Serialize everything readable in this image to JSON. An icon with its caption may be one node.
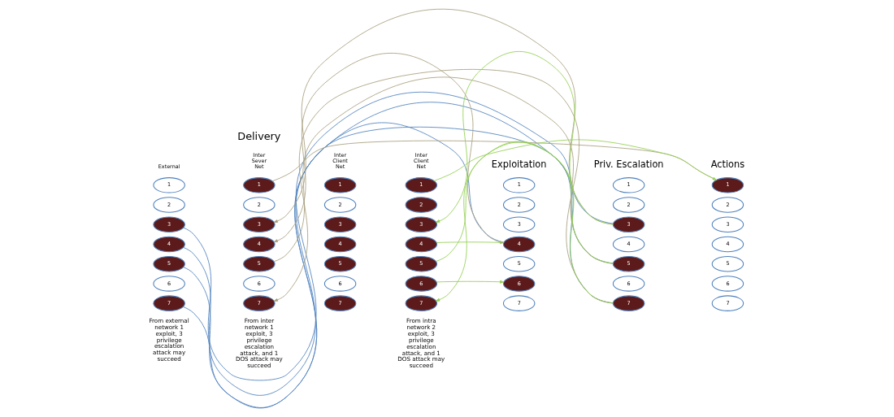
{
  "diagram": {
    "nodes": [
      {
        "text": [
          "1"
        ]
      },
      {
        "text": [
          "2"
        ]
      },
      {
        "text": [
          "3"
        ]
      },
      {
        "text": [
          "4"
        ]
      },
      {
        "text": [
          "5"
        ]
      },
      {
        "text": [
          "6"
        ]
      },
      {
        "text": [
          "7"
        ]
      },
      {
        "text": [
          "1"
        ]
      },
      {
        "text": [
          "2"
        ]
      },
      {
        "text": [
          "3"
        ]
      },
      {
        "text": [
          "4"
        ]
      },
      {
        "text": [
          "5"
        ]
      },
      {
        "text": [
          "6"
        ]
      },
      {
        "text": [
          "7"
        ]
      },
      {
        "text": [
          "1"
        ]
      },
      {
        "text": [
          "2"
        ]
      },
      {
        "text": [
          "3"
        ]
      },
      {
        "text": [
          "4"
        ]
      },
      {
        "text": [
          "5"
        ]
      },
      {
        "text": [
          "6"
        ]
      },
      {
        "text": [
          "7"
        ]
      },
      {
        "text": [
          "1"
        ]
      },
      {
        "text": [
          "2"
        ]
      },
      {
        "text": [
          "3"
        ]
      },
      {
        "text": [
          "4"
        ]
      },
      {
        "text": [
          "5"
        ]
      },
      {
        "text": [
          "6"
        ]
      },
      {
        "text": [
          "7"
        ]
      },
      {
        "text": [
          "1"
        ]
      },
      {
        "text": [
          "2"
        ]
      },
      {
        "text": [
          "3"
        ]
      },
      {
        "text": [
          "4"
        ]
      },
      {
        "text": [
          "5"
        ]
      },
      {
        "text": [
          "6"
        ]
      },
      {
        "text": [
          "7"
        ]
      },
      {
        "text": [
          "1"
        ]
      },
      {
        "text": [
          "2"
        ]
      },
      {
        "text": [
          "3"
        ]
      },
      {
        "text": [
          "4"
        ]
      },
      {
        "text": [
          "5"
        ]
      },
      {
        "text": [
          "6"
        ]
      },
      {
        "text": [
          "7"
        ]
      },
      {
        "text": [
          "1"
        ]
      },
      {
        "text": [
          "2"
        ]
      },
      {
        "text": [
          "3"
        ]
      },
      {
        "text": [
          "4"
        ]
      },
      {
        "text": [
          "5"
        ]
      },
      {
        "text": [
          "6"
        ]
      },
      {
        "text": [
          "7"
        ]
      }
    ],
    "edges": [
      {
        "from": 21,
        "to": 42,
        "arrow": "to"
      },
      {
        "from": 37,
        "to": 23,
        "arrow": "to"
      },
      {
        "from": 24,
        "to": 31,
        "arrow": "to"
      },
      {
        "from": 25,
        "to": 39,
        "arrow": "none"
      },
      {
        "from": 26,
        "to": 33,
        "arrow": "to"
      },
      {
        "from": 41,
        "to": 27,
        "arrow": "to"
      },
      {
        "from": 7,
        "to": 42,
        "arrow": "none",
        "color": "#a89f7e"
      },
      {
        "from": 37,
        "to": 9,
        "arrow": "to",
        "color": "#a89f7e"
      },
      {
        "from": 31,
        "to": 10,
        "arrow": "to",
        "color": "#a89f7e"
      },
      {
        "from": 11,
        "to": 39,
        "arrow": "none",
        "color": "#a89f7e"
      },
      {
        "from": 41,
        "to": 13,
        "arrow": "to",
        "color": "#a89f7e"
      },
      {
        "from": 2,
        "to": 37,
        "arrow": "none",
        "color": "#4f81bd"
      },
      {
        "from": 3,
        "to": 31,
        "arrow": "none",
        "color": "#4f81bd"
      },
      {
        "from": 4,
        "to": 39,
        "arrow": "none",
        "color": "#4f81bd"
      },
      {
        "from": 6,
        "to": 41,
        "arrow": "none",
        "color": "#4f81bd"
      }
    ],
    "labels": [
      "Delivery",
      "Exploitation",
      "Priv. Escalation",
      "Actions",
      "External",
      "Inter Sever Net",
      "Inter Client Net",
      "Inter Client Net",
      "From external network 1 exploit, 3 privilege escalation attack may succeed",
      "From inter network 1 exploit, 3 privilege escalation attack, and 1 DOS attack may succeed",
      "From intra network 2 exploit, 3 privilege escalation attack, and 1 DOS attack may succeed"
    ]
  }
}
